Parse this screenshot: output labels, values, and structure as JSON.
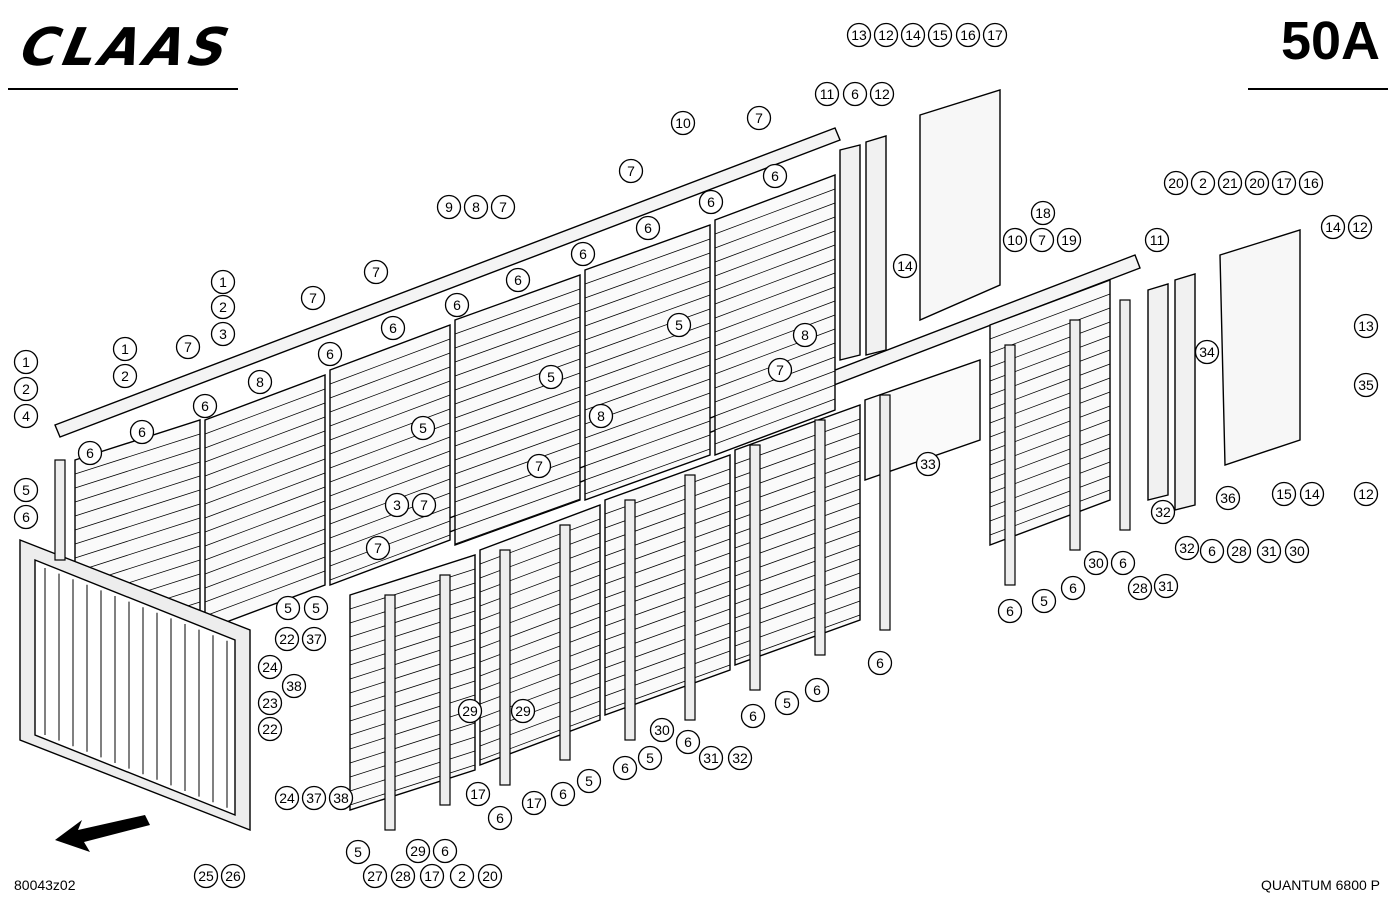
{
  "header": {
    "brand": "CLAAS",
    "page_number": "50A"
  },
  "footer": {
    "drawing_id": "80043z02",
    "model": "QUANTUM 6800 P"
  },
  "callouts": {
    "left_side": [
      "1",
      "2",
      "3",
      "1",
      "2",
      "4",
      "5",
      "6",
      "6",
      "6",
      "6",
      "7",
      "1",
      "2",
      "8",
      "7",
      "6",
      "7",
      "6",
      "9",
      "8",
      "7",
      "6",
      "6",
      "6",
      "6",
      "7",
      "10",
      "7",
      "6",
      "6",
      "5",
      "5",
      "5",
      "5",
      "5",
      "8",
      "7",
      "7",
      "3",
      "7"
    ],
    "right_side": [
      "13",
      "12",
      "14",
      "15",
      "16",
      "17",
      "11",
      "6",
      "12",
      "14",
      "18",
      "10",
      "7",
      "19",
      "20",
      "2",
      "21",
      "20",
      "17",
      "16",
      "11",
      "14",
      "12",
      "13",
      "34",
      "35",
      "8",
      "7",
      "33",
      "36",
      "15",
      "14",
      "12",
      "30",
      "31",
      "32",
      "32",
      "6",
      "28",
      "6",
      "28",
      "31",
      "30",
      "6",
      "5",
      "6",
      "6"
    ],
    "bottom": [
      "22",
      "37",
      "24",
      "38",
      "23",
      "22",
      "24",
      "37",
      "38",
      "29",
      "29",
      "17",
      "17",
      "6",
      "6",
      "5",
      "6",
      "5",
      "30",
      "6",
      "31",
      "32",
      "6",
      "5",
      "6",
      "5",
      "27",
      "28",
      "29",
      "17",
      "2",
      "20",
      "25",
      "26",
      "6"
    ]
  }
}
